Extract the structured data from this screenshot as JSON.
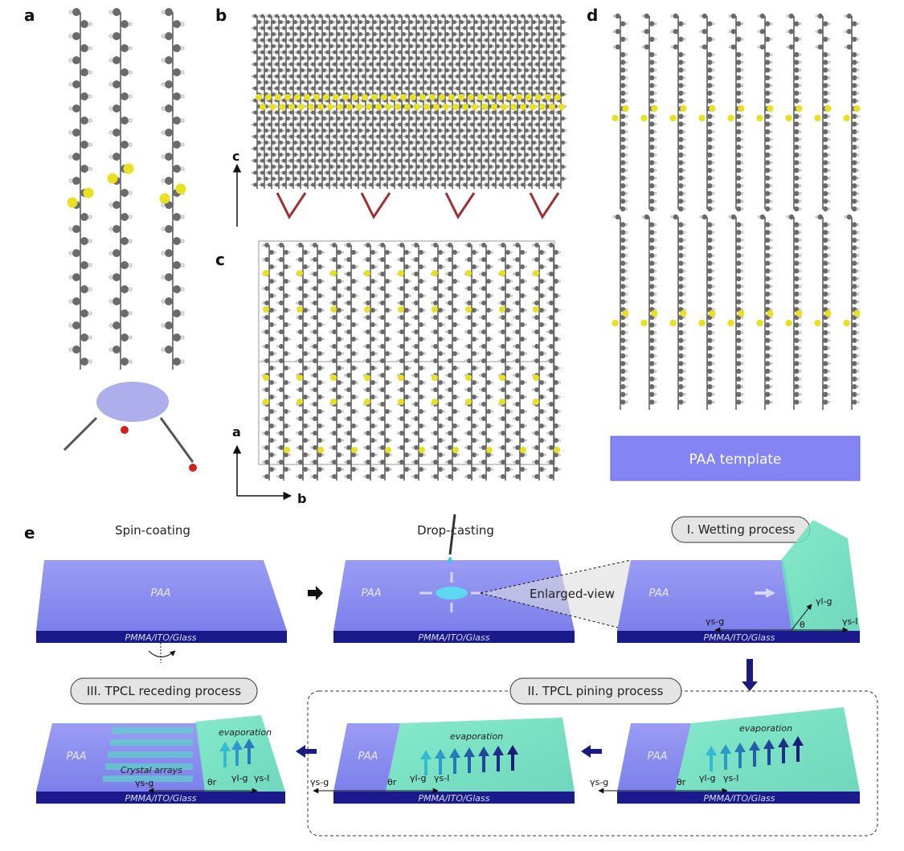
{
  "panels": {
    "a": "a",
    "b": "b",
    "c": "c",
    "d": "d",
    "e": "e"
  },
  "axes": {
    "b_vertical": "c",
    "c_vertical": "a",
    "c_horizontal": "b"
  },
  "template_label": "PAA template",
  "steps": {
    "spin": "Spin-coating",
    "drop": "Drop-casting",
    "wetting": "I. Wetting process",
    "pining": "II. TPCL pining process",
    "receding": "III. TPCL receding process"
  },
  "labels": {
    "paa": "PAA",
    "substrate": "PMMA/ITO/Glass",
    "enlarged": "Enlarged-view",
    "evaporation": "evaporation",
    "crystal": "Crystal arrays",
    "gamma_sg": "γs-g",
    "gamma_lg": "γl-g",
    "gamma_sl": "γs-l",
    "theta": "θ",
    "theta_r": "θr"
  },
  "colors": {
    "sulfur": "#e8e020",
    "carbon": "#6a6a6a",
    "paa": "#8a8cf0",
    "substrate": "#1a1a8c",
    "solution": "#5ee0b0",
    "arrow": "#1a1a80"
  }
}
